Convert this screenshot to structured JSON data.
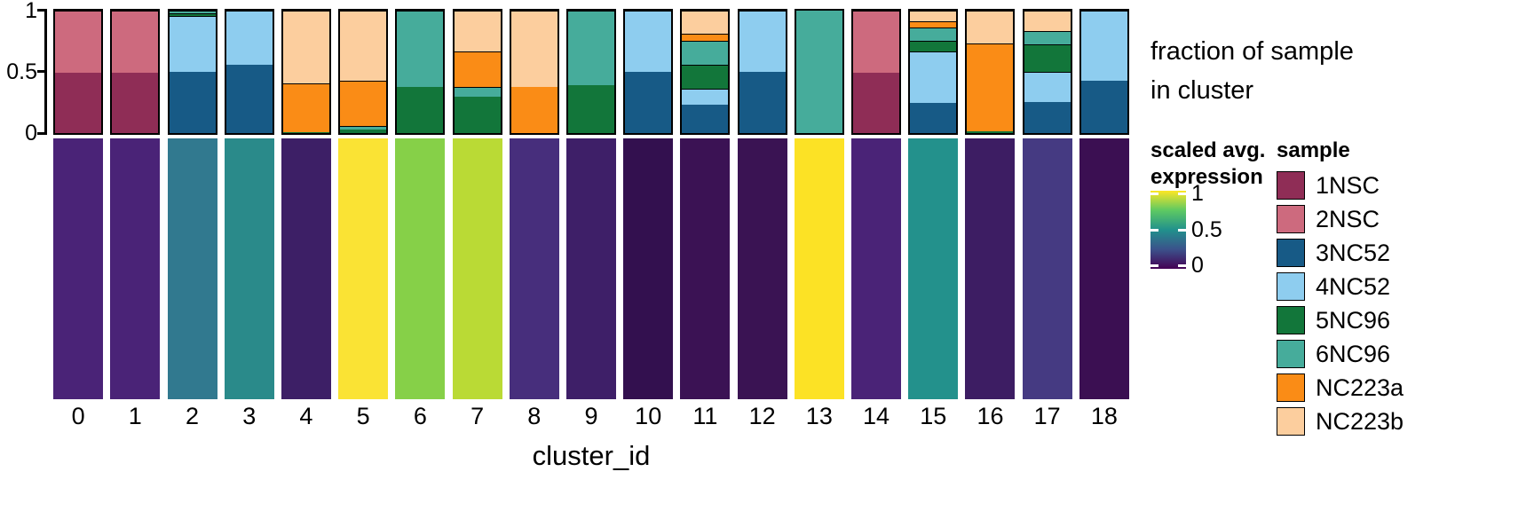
{
  "axes": {
    "x_title": "cluster_id",
    "y_ticks": [
      "1",
      "0.5",
      "0"
    ],
    "x_tick_labels": [
      "0",
      "1",
      "2",
      "3",
      "4",
      "5",
      "6",
      "7",
      "8",
      "9",
      "10",
      "11",
      "12",
      "13",
      "14",
      "15",
      "16",
      "17",
      "18"
    ]
  },
  "legends": {
    "fraction_title_line1": "fraction of sample",
    "fraction_title_line2": "in cluster",
    "scale_title_line1": "scaled avg.",
    "scale_title_line2": "expression",
    "scale_ticks": [
      "1",
      "0.5",
      "0"
    ],
    "sample_title": "sample",
    "sample_items": [
      {
        "label": "1NSC",
        "color": "#8f2d56"
      },
      {
        "label": "2NSC",
        "color": "#cd6a7e"
      },
      {
        "label": "3NC52",
        "color": "#175a86"
      },
      {
        "label": "4NC52",
        "color": "#8ecdef"
      },
      {
        "label": "5NC96",
        "color": "#12763a"
      },
      {
        "label": "6NC96",
        "color": "#46ac9b"
      },
      {
        "label": "NC223a",
        "color": "#fa8c16"
      },
      {
        "label": "NC223b",
        "color": "#fcce9e"
      }
    ]
  },
  "chart_data": {
    "type": "bar",
    "title": "",
    "xlabel": "cluster_id",
    "ylabel": "fraction of sample in cluster",
    "ylim": [
      0,
      1
    ],
    "grid": false,
    "legend_position": "right",
    "stacked": true,
    "normalized": true,
    "categories": [
      "0",
      "1",
      "2",
      "3",
      "4",
      "5",
      "6",
      "7",
      "8",
      "9",
      "10",
      "11",
      "12",
      "13",
      "14",
      "15",
      "16",
      "17",
      "18"
    ],
    "series": [
      {
        "name": "1NSC",
        "color": "#8f2d56",
        "values": [
          0.49,
          0.49,
          0,
          0,
          0,
          0,
          0,
          0,
          0,
          0,
          0,
          0,
          0,
          0,
          0.49,
          0,
          0,
          0,
          0
        ]
      },
      {
        "name": "2NSC",
        "color": "#cd6a7e",
        "values": [
          0.51,
          0.51,
          0,
          0,
          0,
          0,
          0,
          0,
          0,
          0,
          0,
          0,
          0,
          0,
          0.51,
          0,
          0,
          0,
          0
        ]
      },
      {
        "name": "3NC52",
        "color": "#175a86",
        "values": [
          0,
          0,
          0.5,
          0.555,
          0,
          0,
          0,
          0,
          0,
          0,
          0.5,
          0.235,
          0.5,
          0,
          0,
          0.245,
          0,
          0.255,
          0.425
        ]
      },
      {
        "name": "4NC52",
        "color": "#8ecdef",
        "values": [
          0,
          0,
          0.455,
          0.445,
          0,
          0,
          0,
          0,
          0,
          0,
          0.5,
          0.125,
          0.5,
          0,
          0,
          0.425,
          0,
          0.245,
          0.575
        ]
      },
      {
        "name": "5NC96",
        "color": "#12763a",
        "values": [
          0,
          0,
          0.022,
          0,
          0.005,
          0.03,
          0.375,
          0.3,
          0,
          0.395,
          0,
          0.2,
          0,
          0,
          0,
          0.085,
          0.015,
          0.225,
          0
        ]
      },
      {
        "name": "6NC96",
        "color": "#46ac9b",
        "values": [
          0,
          0,
          0.023,
          0,
          0,
          0.025,
          0.625,
          0.075,
          0,
          0.605,
          0,
          0.195,
          0,
          1.0,
          0,
          0.105,
          0,
          0.105,
          0
        ]
      },
      {
        "name": "NC223a",
        "color": "#fa8c16",
        "values": [
          0,
          0,
          0,
          0,
          0.4,
          0.375,
          0,
          0.29,
          0.375,
          0,
          0,
          0.055,
          0,
          0,
          0,
          0.055,
          0.715,
          0,
          0
        ]
      },
      {
        "name": "NC223b",
        "color": "#fcce9e",
        "values": [
          0,
          0,
          0,
          0,
          0.595,
          0.57,
          0,
          0.335,
          0.625,
          0,
          0,
          0.19,
          0,
          0,
          0,
          0.085,
          0.27,
          0.17,
          0
        ]
      }
    ]
  },
  "heatmap_data": {
    "type": "heatmap",
    "colorbar_label": "scaled avg. expression",
    "vmin": 0,
    "vmax": 1,
    "categories": [
      "0",
      "1",
      "2",
      "3",
      "4",
      "5",
      "6",
      "7",
      "8",
      "9",
      "10",
      "11",
      "12",
      "13",
      "14",
      "15",
      "16",
      "17",
      "18"
    ],
    "values": [
      0.3,
      0.3,
      0.5,
      0.54,
      0.22,
      1.0,
      0.88,
      0.92,
      0.29,
      0.22,
      0.12,
      0.17,
      0.16,
      1.0,
      0.3,
      0.57,
      0.18,
      0.35,
      0.14
    ],
    "colors": [
      "#4a2377",
      "#4a2377",
      "#31798f",
      "#2a8a8a",
      "#3d1f66",
      "#fae334",
      "#86d048",
      "#bada35",
      "#472e7c",
      "#3e1f68",
      "#33104f",
      "#3b1254",
      "#3a1353",
      "#fce225",
      "#4a2377",
      "#23918c",
      "#3d1d63",
      "#453a82",
      "#3b0f52"
    ]
  }
}
